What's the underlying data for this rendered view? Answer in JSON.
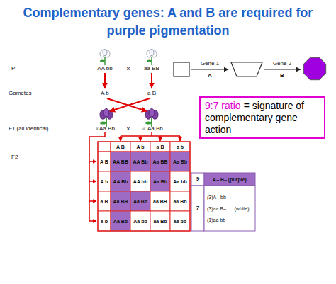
{
  "diagram": {
    "title": "Complementary genes: A and B are required for purple pigmentation",
    "nodes": [
      {
        "text": [
          "9:7 ratio",
          "= signature of complementary gene action"
        ]
      }
    ],
    "labels": [
      "P",
      "AA bb",
      "×",
      "aa BB",
      "Gametes",
      "A b",
      "a B",
      "F1 (all identical)",
      "♀Aa Bb",
      "×",
      "♂ Aa Bb",
      "F2",
      "A B",
      "A b",
      "a B",
      "a b",
      "A B",
      "A b",
      "a B",
      "a b",
      "AA BB",
      "AA Bb",
      "Aa BB",
      "Aa Bb",
      "AA Bb",
      "AA bb",
      "Aa Bb",
      "Aa bb",
      "Aa BB",
      "Aa Bb",
      "aa BB",
      "aa Bb",
      "Aa Bb",
      "Aa bb",
      "aa Bb",
      "aa bb",
      "9",
      "A– B– (purple)",
      "7",
      "(3)A– bb",
      "(3)aa B–",
      "(1)aa bb",
      "(white)",
      "Gene 1",
      "A",
      "Gene 2",
      "B"
    ]
  }
}
